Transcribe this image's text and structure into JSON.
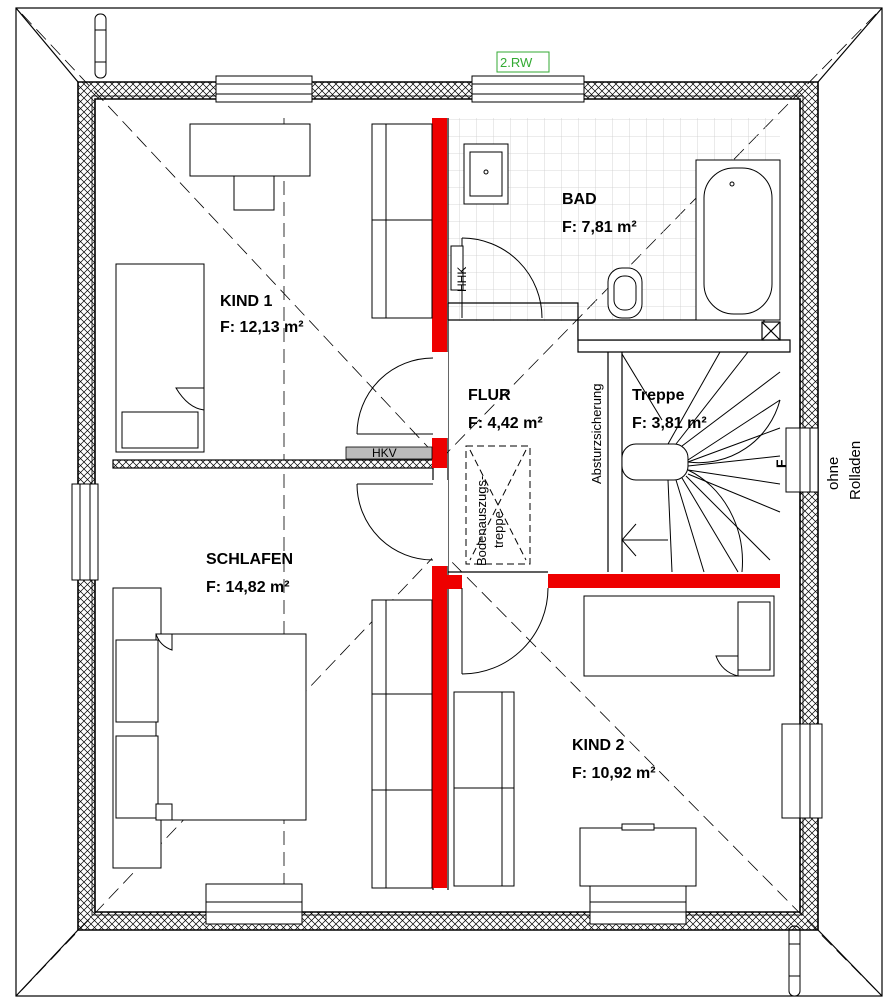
{
  "rooms": {
    "kind1": {
      "name": "KIND 1",
      "area": "F: 12,13 m²"
    },
    "bad": {
      "name": "BAD",
      "area": "F: 7,81 m²"
    },
    "flur": {
      "name": "FLUR",
      "area": "F: 4,42 m²"
    },
    "treppe": {
      "name": "Treppe",
      "area": "F: 3,81 m²"
    },
    "schlafen": {
      "name": "SCHLAFEN",
      "area": "F:  14,82 m²"
    },
    "kind2": {
      "name": "KIND 2",
      "area": "F: 10,92 m²"
    }
  },
  "labels": {
    "rw": "2.RW",
    "hhk": "HHK",
    "hkv": "HKV",
    "absturz": "Absturzsicherung",
    "boden1": "Bodenauszugs-",
    "boden2": "treppe",
    "ohne": "ohne",
    "rolladen": "Rolladen",
    "stair_mark": "F"
  },
  "colors": {
    "wall_hatch": "#000000",
    "new_wall": "#ee0000",
    "rw_box": "#33aa33",
    "line": "#000000"
  }
}
